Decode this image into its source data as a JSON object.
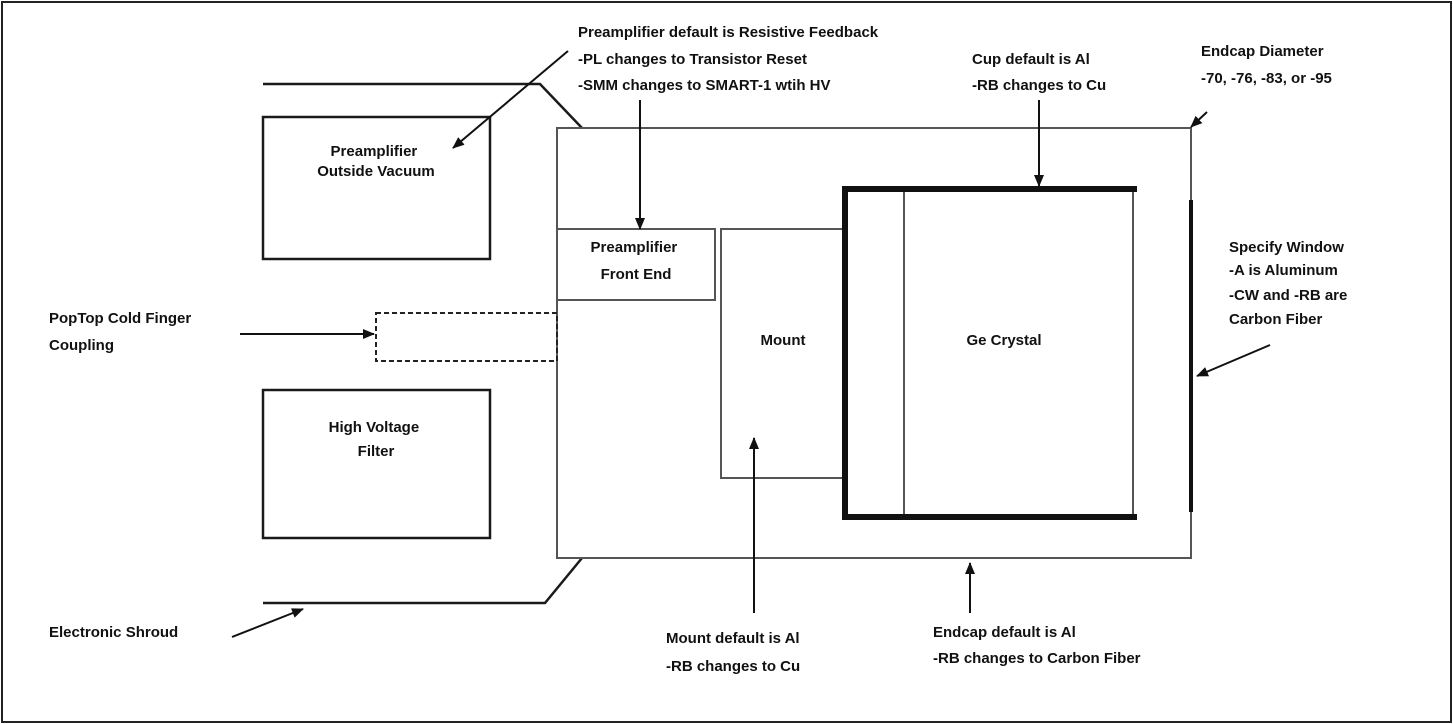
{
  "labels": {
    "preamp_outside": [
      "Preamplifier",
      "Outside Vacuum"
    ],
    "hv_filter": [
      "High Voltage",
      "Filter"
    ],
    "preamp_front": [
      "Preamplifier",
      "Front End"
    ],
    "mount": [
      "Mount"
    ],
    "crystal": [
      "Ge Crystal"
    ]
  },
  "callouts": {
    "preamp_default": [
      "Preamplifier default is Resistive Feedback",
      "-PL changes to Transistor Reset",
      "-SMM changes to SMART-1 wtih HV"
    ],
    "cup_default": [
      "Cup default is Al",
      "-RB changes to Cu"
    ],
    "endcap_diameter": [
      "Endcap Diameter",
      "-70, -76, -83, or -95"
    ],
    "specify_window": [
      "Specify Window",
      "-A is Aluminum",
      "-CW and -RB are",
      "Carbon Fiber"
    ],
    "poptop": [
      "PopTop Cold Finger",
      "Coupling"
    ],
    "shroud": [
      "Electronic Shroud"
    ],
    "mount_default": [
      "Mount default is Al",
      "-RB changes to Cu"
    ],
    "endcap_default": [
      "Endcap default is Al",
      "-RB changes to Carbon Fiber"
    ]
  },
  "colors": {
    "frame": "#222222",
    "line": "#555555",
    "text": "#111111"
  }
}
